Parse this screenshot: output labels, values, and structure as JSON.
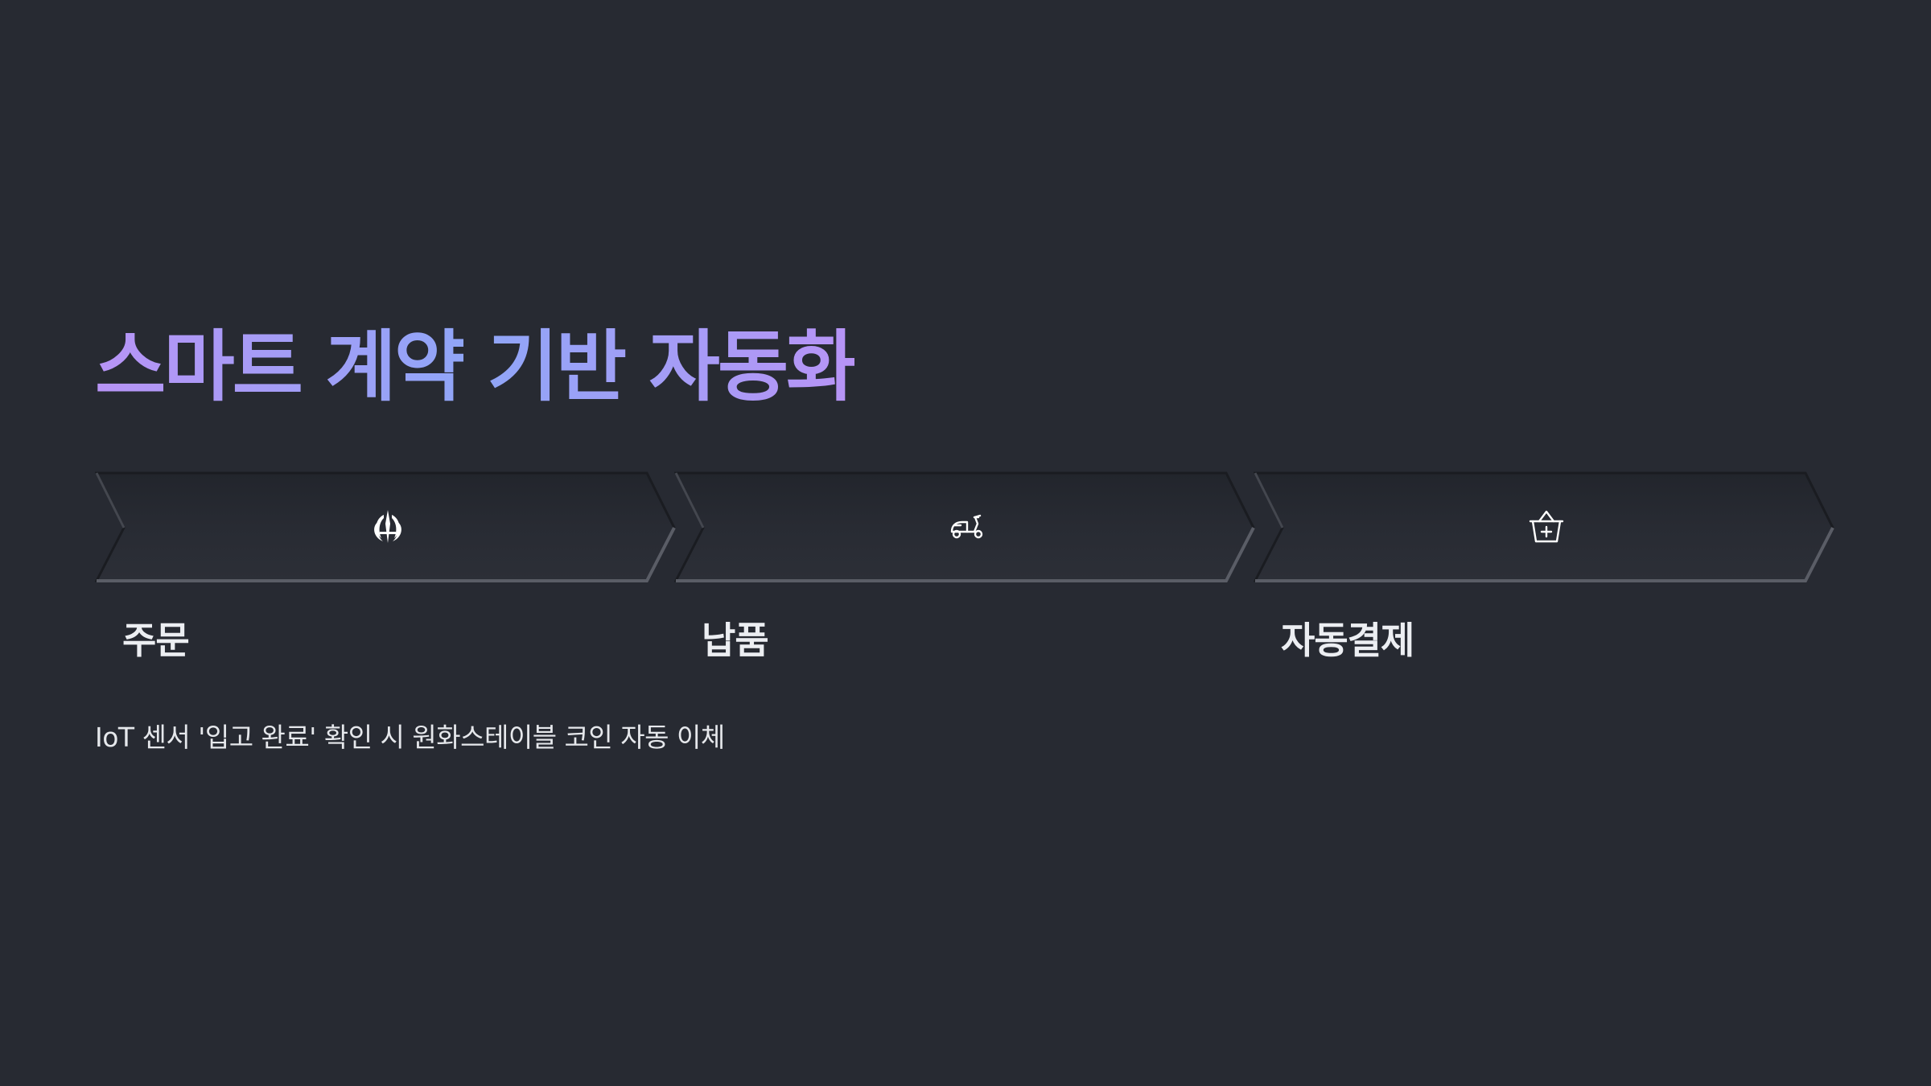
{
  "slide": {
    "title": "스마트 계약 기반 자동화",
    "title_gradient": [
      "#b894f6",
      "#8fa6f7"
    ],
    "description": "IoT 센서 '입고 완료' 확인 시 원화스테이블 코인 자동 이체",
    "background_color": "#272a32"
  },
  "steps": [
    {
      "label": "주문",
      "icon": "jedi-order-icon"
    },
    {
      "label": "납품",
      "icon": "scooter-icon"
    },
    {
      "label": "자동결제",
      "icon": "basket-plus-icon"
    }
  ]
}
